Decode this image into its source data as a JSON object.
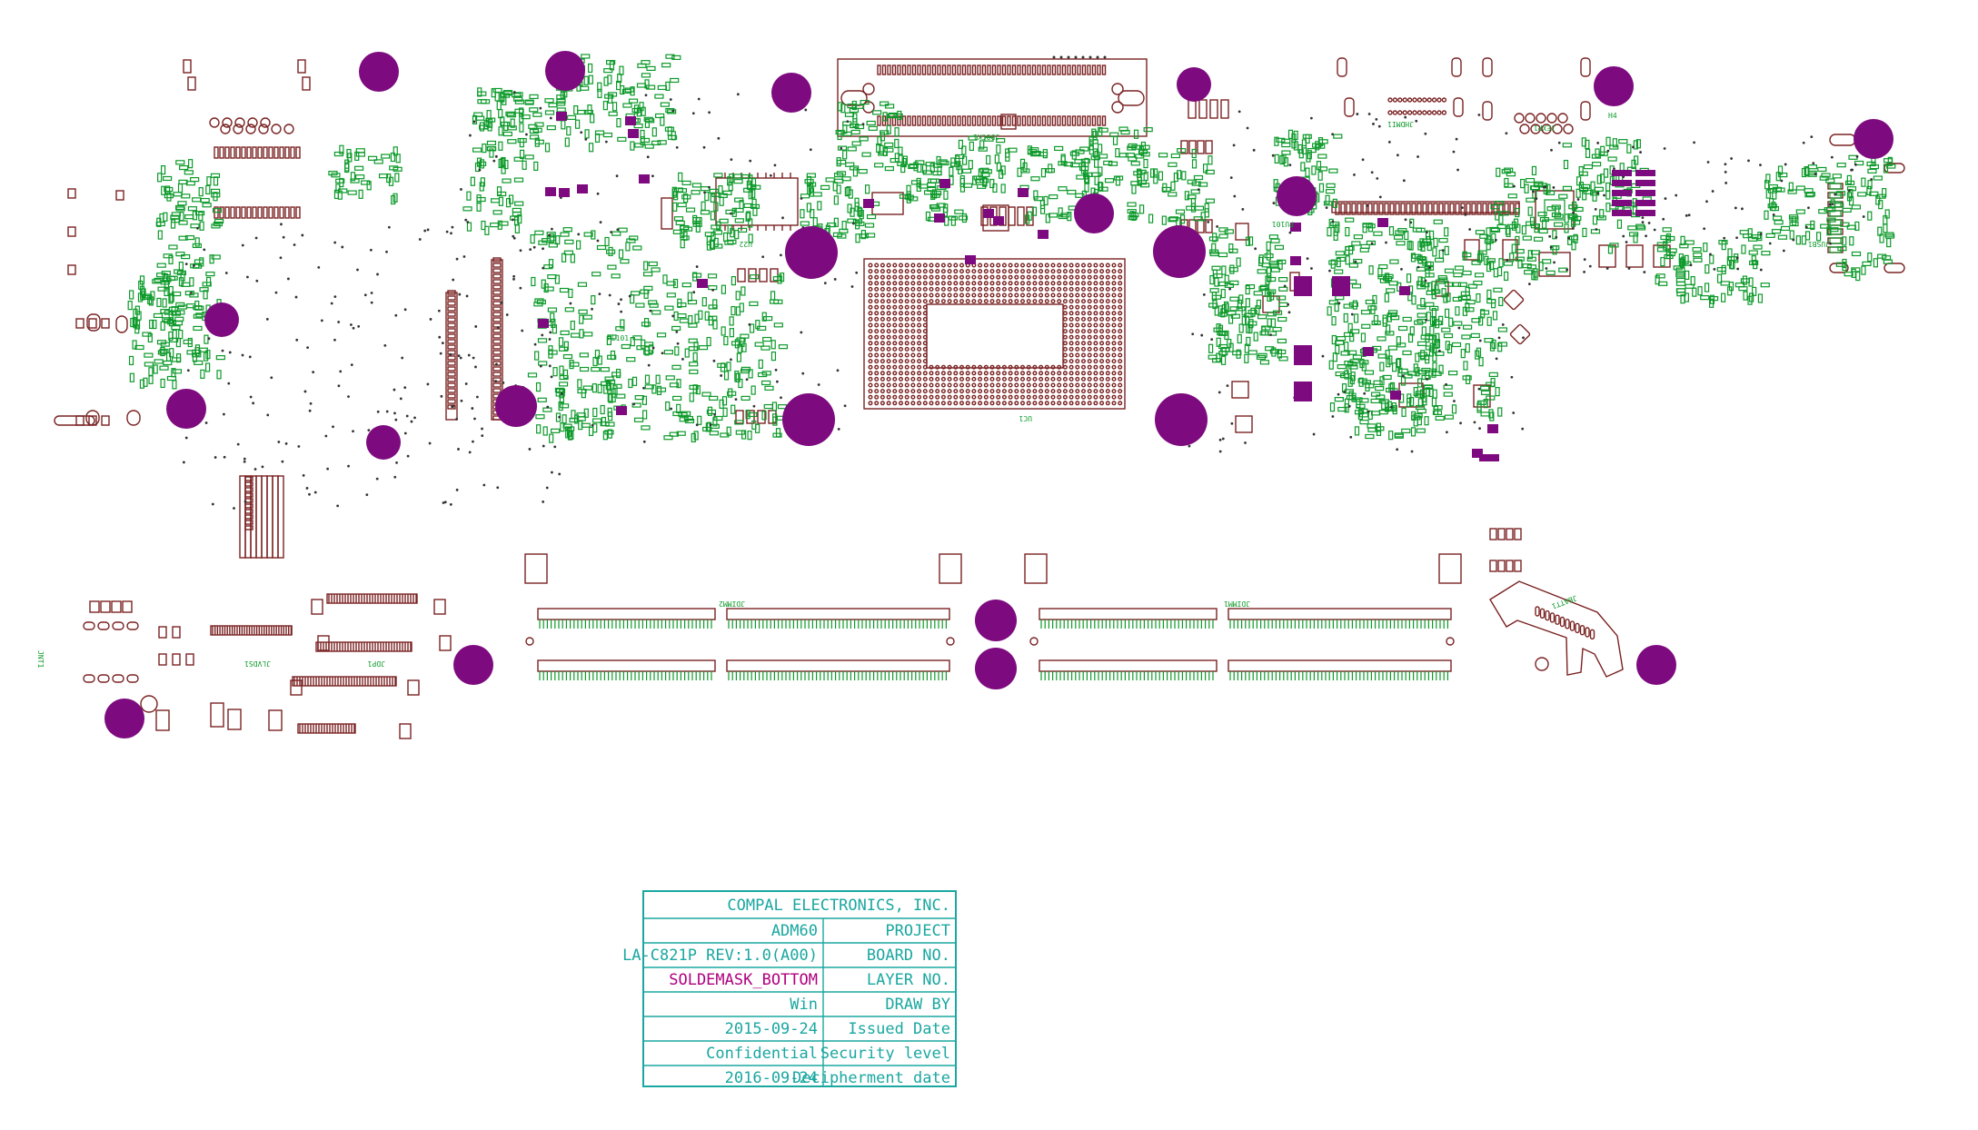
{
  "title_block": {
    "company": "COMPAL ELECTRONICS, INC.",
    "rows": [
      {
        "label": "PROJECT",
        "value": "ADM60"
      },
      {
        "label": "BOARD NO.",
        "value": "LA-C821P REV:1.0(A00)"
      },
      {
        "label": "LAYER NO.",
        "value": "SOLDEMASK_BOTTOM"
      },
      {
        "label": "DRAW BY",
        "value": "Win"
      },
      {
        "label": "Issued Date",
        "value": "2015-09-24"
      },
      {
        "label": "Security level",
        "value": "Confidential"
      },
      {
        "label": "Decipherment date",
        "value": "2016-09-24"
      }
    ]
  },
  "refdes": {
    "cpu": "UC1",
    "dimm_left": "JDIMM2",
    "dimm_right": "JDIMM1",
    "dock": "JDOCK1",
    "pl": "PL101",
    "jlvds": "JLVDS1",
    "jdp": "JDP1",
    "jbatt": "JBATT1",
    "jhdmi": "JHDMI1",
    "usb": "JUSB1",
    "jnt": "JNT1",
    "jexp": "JEXP1",
    "u": "U22",
    "pu": "PU101",
    "h": "H4"
  },
  "colors": {
    "outline": "#7a2222",
    "mark": "#0d9a2a",
    "pad": "#7d0a7e",
    "title": "#1aa7a0",
    "highlight": "#b0007e"
  }
}
